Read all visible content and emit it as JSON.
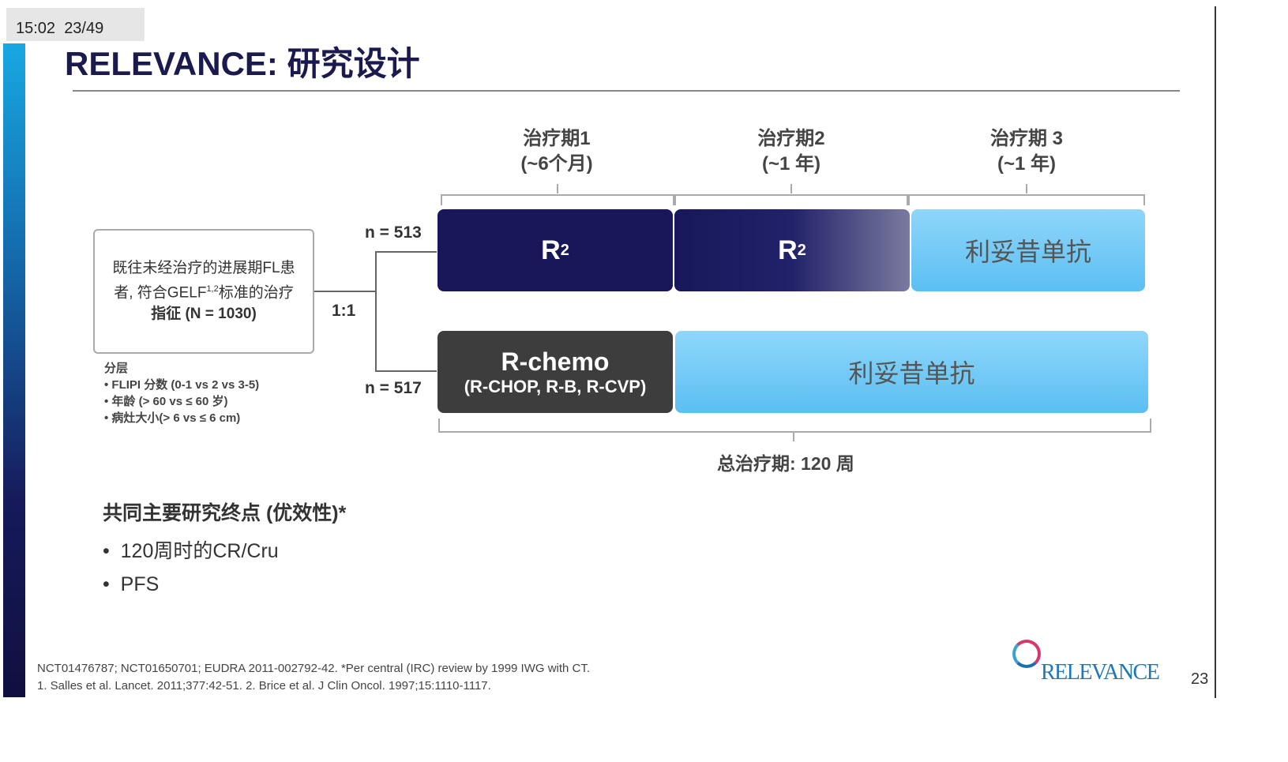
{
  "hud": {
    "time": "15:02",
    "slide_counter": "23/49"
  },
  "title": "RELEVANCE: 研究设计",
  "phases": [
    {
      "label": "治疗期1",
      "duration": "(~6个月)"
    },
    {
      "label": "治疗期2",
      "duration": "(~1 年)"
    },
    {
      "label": "治疗期 3",
      "duration": "(~1 年)"
    }
  ],
  "population": {
    "line1": "既往未经治疗的进展期FL患",
    "line2a": "者, 符合GELF",
    "line2sup": "1,2",
    "line2b": "标准的治疗",
    "line3": "指征 (N = 1030)"
  },
  "randomization": "1:1",
  "arm_a": {
    "n": "n = 513",
    "phase1": "R",
    "phase2": "R",
    "sup": "2",
    "phase3": "利妥昔单抗"
  },
  "arm_b": {
    "n": "n = 517",
    "chemo_title": "R-chemo",
    "chemo_sub": "(R-CHOP, R-B, R-CVP)",
    "maintenance": "利妥昔单抗"
  },
  "total": "总治疗期: 120 周",
  "stratification": {
    "title": "分层",
    "items": [
      "• FLIPI 分数 (0-1 vs 2 vs 3-5)",
      "• 年龄 (> 60 vs ≤ 60 岁)",
      "• 病灶大小(> 6 vs ≤ 6 cm)"
    ]
  },
  "endpoints": {
    "title": "共同主要研究终点 (优效性)*",
    "items": [
      "120周时的CR/Cru",
      "PFS"
    ]
  },
  "footnotes": [
    "NCT01476787;  NCT01650701;  EUDRA 2011-002792-42.  *Per central (IRC) review by 1999 IWG with CT.",
    "1. Salles et al. Lancet. 2011;377:42-51.  2. Brice et al. J Clin Oncol. 1997;15:1110-1117."
  ],
  "logo": "RELEVANCE",
  "page_number": "23"
}
